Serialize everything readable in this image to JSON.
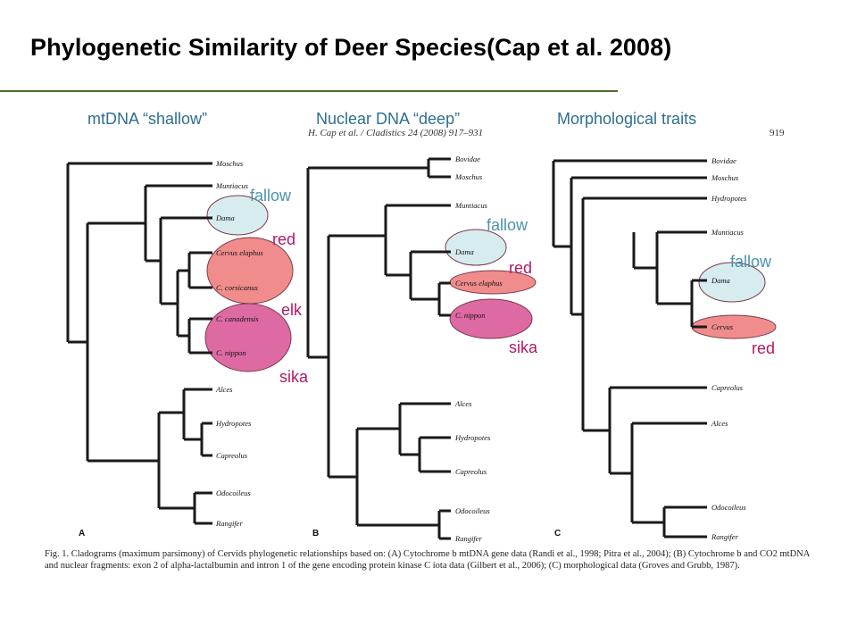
{
  "title": "Phylogenetic Similarity of Deer Species(Cap et al. 2008)",
  "panel_headers": {
    "a": "mtDNA “shallow”",
    "b": "Nuclear DNA “deep”",
    "c": "Morphological traits"
  },
  "journal_header": {
    "text": "H. Cap et al. / Cladistics 24 (2008) 917–931",
    "page": "919"
  },
  "panel_letters": {
    "a": "A",
    "b": "B",
    "c": "C"
  },
  "taxa": {
    "a": [
      "Moschus",
      "Muntiacus",
      "Dama",
      "Cervus elaphus",
      "C. corsicanus",
      "C. canadensis",
      "C. nippon",
      "Alces",
      "Hydropotes",
      "Capreolus",
      "Odocoileus",
      "Rangifer"
    ],
    "b": [
      "Bovidae",
      "Moschus",
      "Muntiacus",
      "Dama",
      "Cervus elaphus",
      "C. nippon",
      "Alces",
      "Hydropotes",
      "Capreolus",
      "Odocoileus",
      "Rangifer"
    ],
    "c": [
      "Bovidae",
      "Moschus",
      "Hydropotes",
      "Muntiacus",
      "Dama",
      "Cervus",
      "Capreolus",
      "Alces",
      "Odocoileus",
      "Rangifer"
    ]
  },
  "annotations": {
    "a": {
      "fallow": "fallow",
      "red": "red",
      "elk": "elk",
      "sika": "sika"
    },
    "b": {
      "fallow": "fallow",
      "red": "red",
      "sika": "sika"
    },
    "c": {
      "fallow": "fallow",
      "red": "red"
    }
  },
  "caption": "Fig. 1. Cladograms (maximum parsimony) of Cervids phylogenetic relationships based on: (A) Cytochrome b mtDNA gene data (Randi et al., 1998; Pitra et al., 2004); (B) Cytochrome b and CO2 mtDNA and nuclear fragments: exon 2 of alpha-lactalbumin and intron 1 of the gene encoding protein kinase C iota data (Gilbert et al., 2006); (C) morphological data (Groves and Grubb, 1987).",
  "colors": {
    "teal_label": "#4a93ad",
    "pink_label": "#b01a63",
    "header_text": "#2f6e8e",
    "rule": "#4e6b2c",
    "fallow_fill": "#d7ecef",
    "red_fill": "#f08c8c",
    "sika_fill": "#dd6aa3"
  }
}
